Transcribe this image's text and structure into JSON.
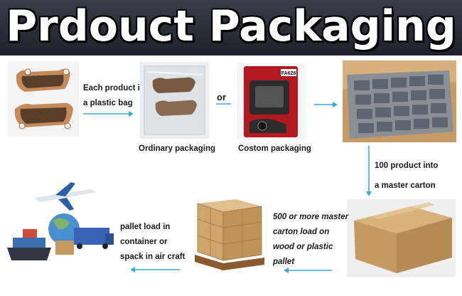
{
  "title": "Prdouct Packaging",
  "steps": {
    "bag_caption_line1": "Each product in",
    "bag_caption_line2": "a plastic bag",
    "or_label": "or",
    "ordinary_caption": "Ordinary packaging",
    "custom_caption": "Costom packaging",
    "custom_box_code": "FA628",
    "master_caption_line1": "100 product into",
    "master_caption_line2": "a master carton",
    "pallet_caption_line1": "500 or more master",
    "pallet_caption_line2": "carton load on",
    "pallet_caption_line3": "wood or plastic",
    "pallet_caption_line4": "pallet",
    "ship_caption_line1": "pallet load in",
    "ship_caption_line2": "container or",
    "ship_caption_line3": "spack in air craft"
  },
  "colors": {
    "arrow": "#39a9dc",
    "banner": "#2c2e38",
    "carton": "#c9a06a"
  }
}
